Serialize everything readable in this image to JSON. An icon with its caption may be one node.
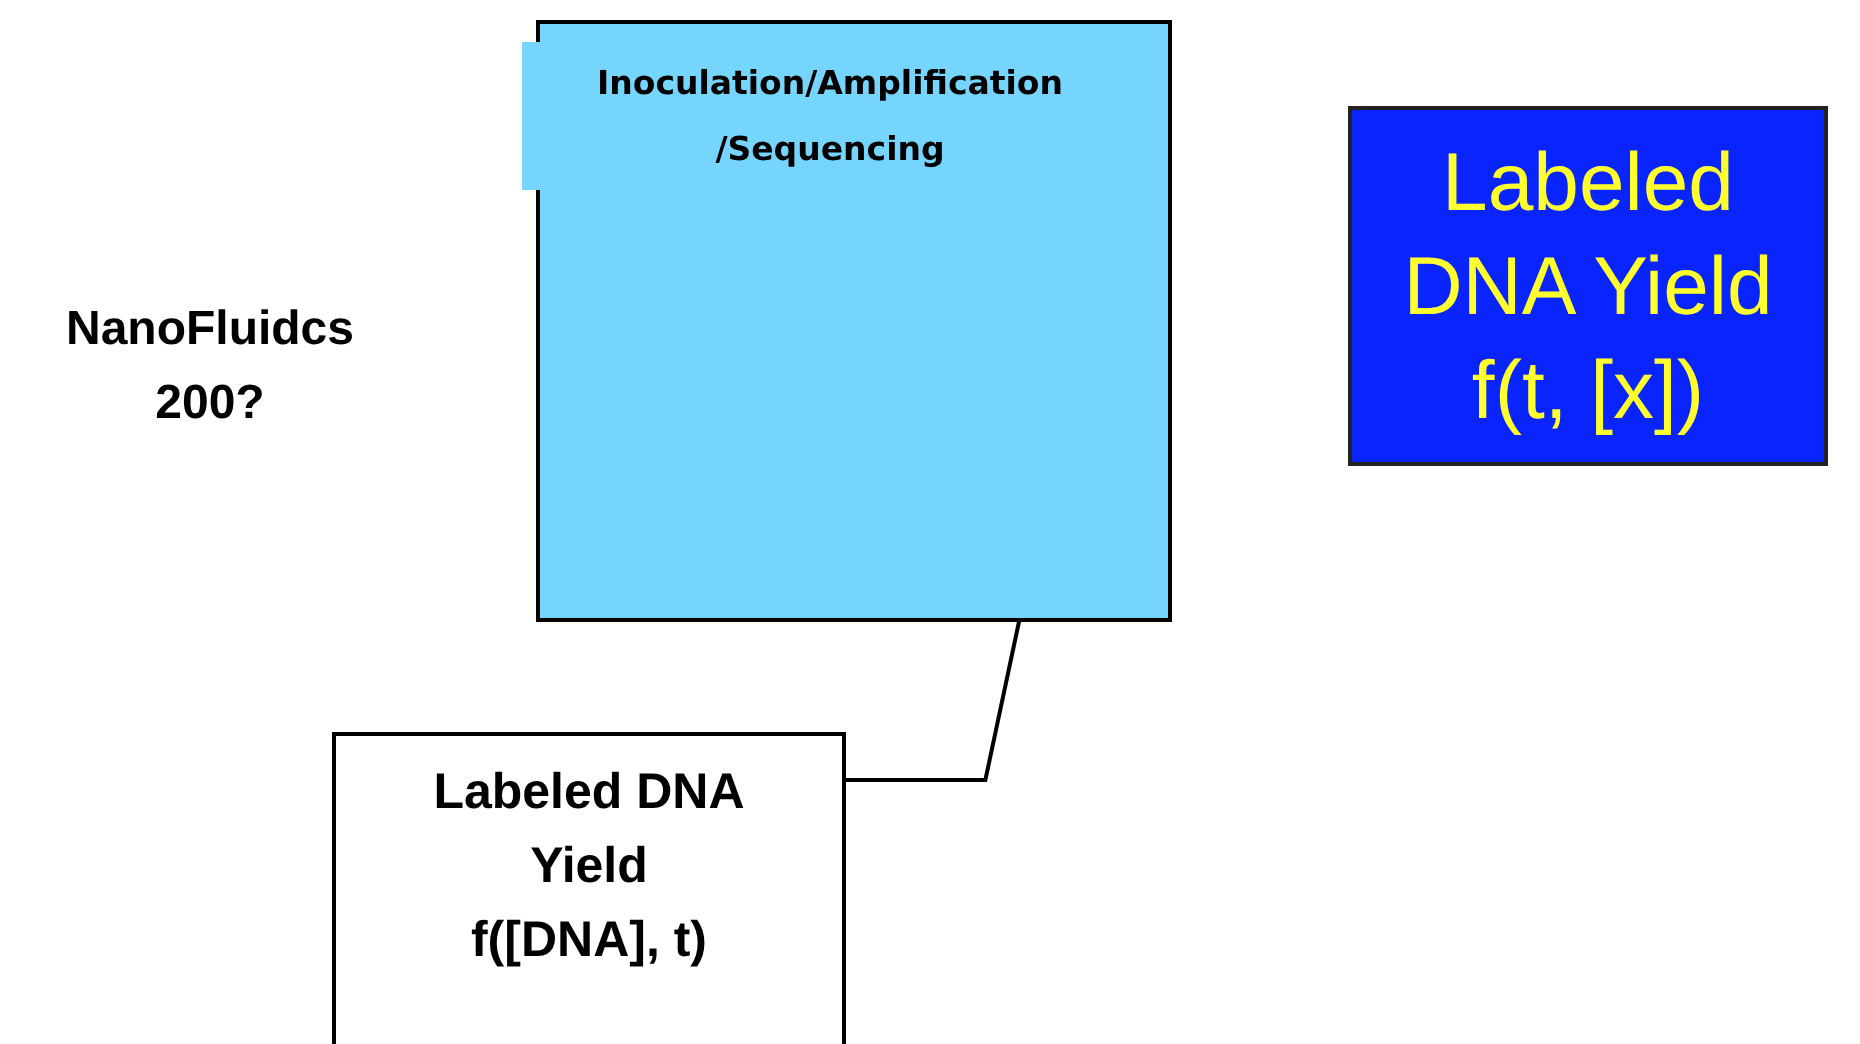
{
  "diagram": {
    "nodes": [
      {
        "text": [
          "Inoculation/Amplification /Sequencing"
        ]
      },
      {
        "text": [
          "Labeled DNA Yield f([DNA], t)"
        ]
      },
      {
        "text": [
          "Labeled DNA Yield f(t, [x])"
        ]
      }
    ],
    "edges": [
      {
        "from": 0,
        "to": 1,
        "arrow": "none"
      }
    ],
    "labels": [
      "NanoFluidcs 200?"
    ]
  }
}
